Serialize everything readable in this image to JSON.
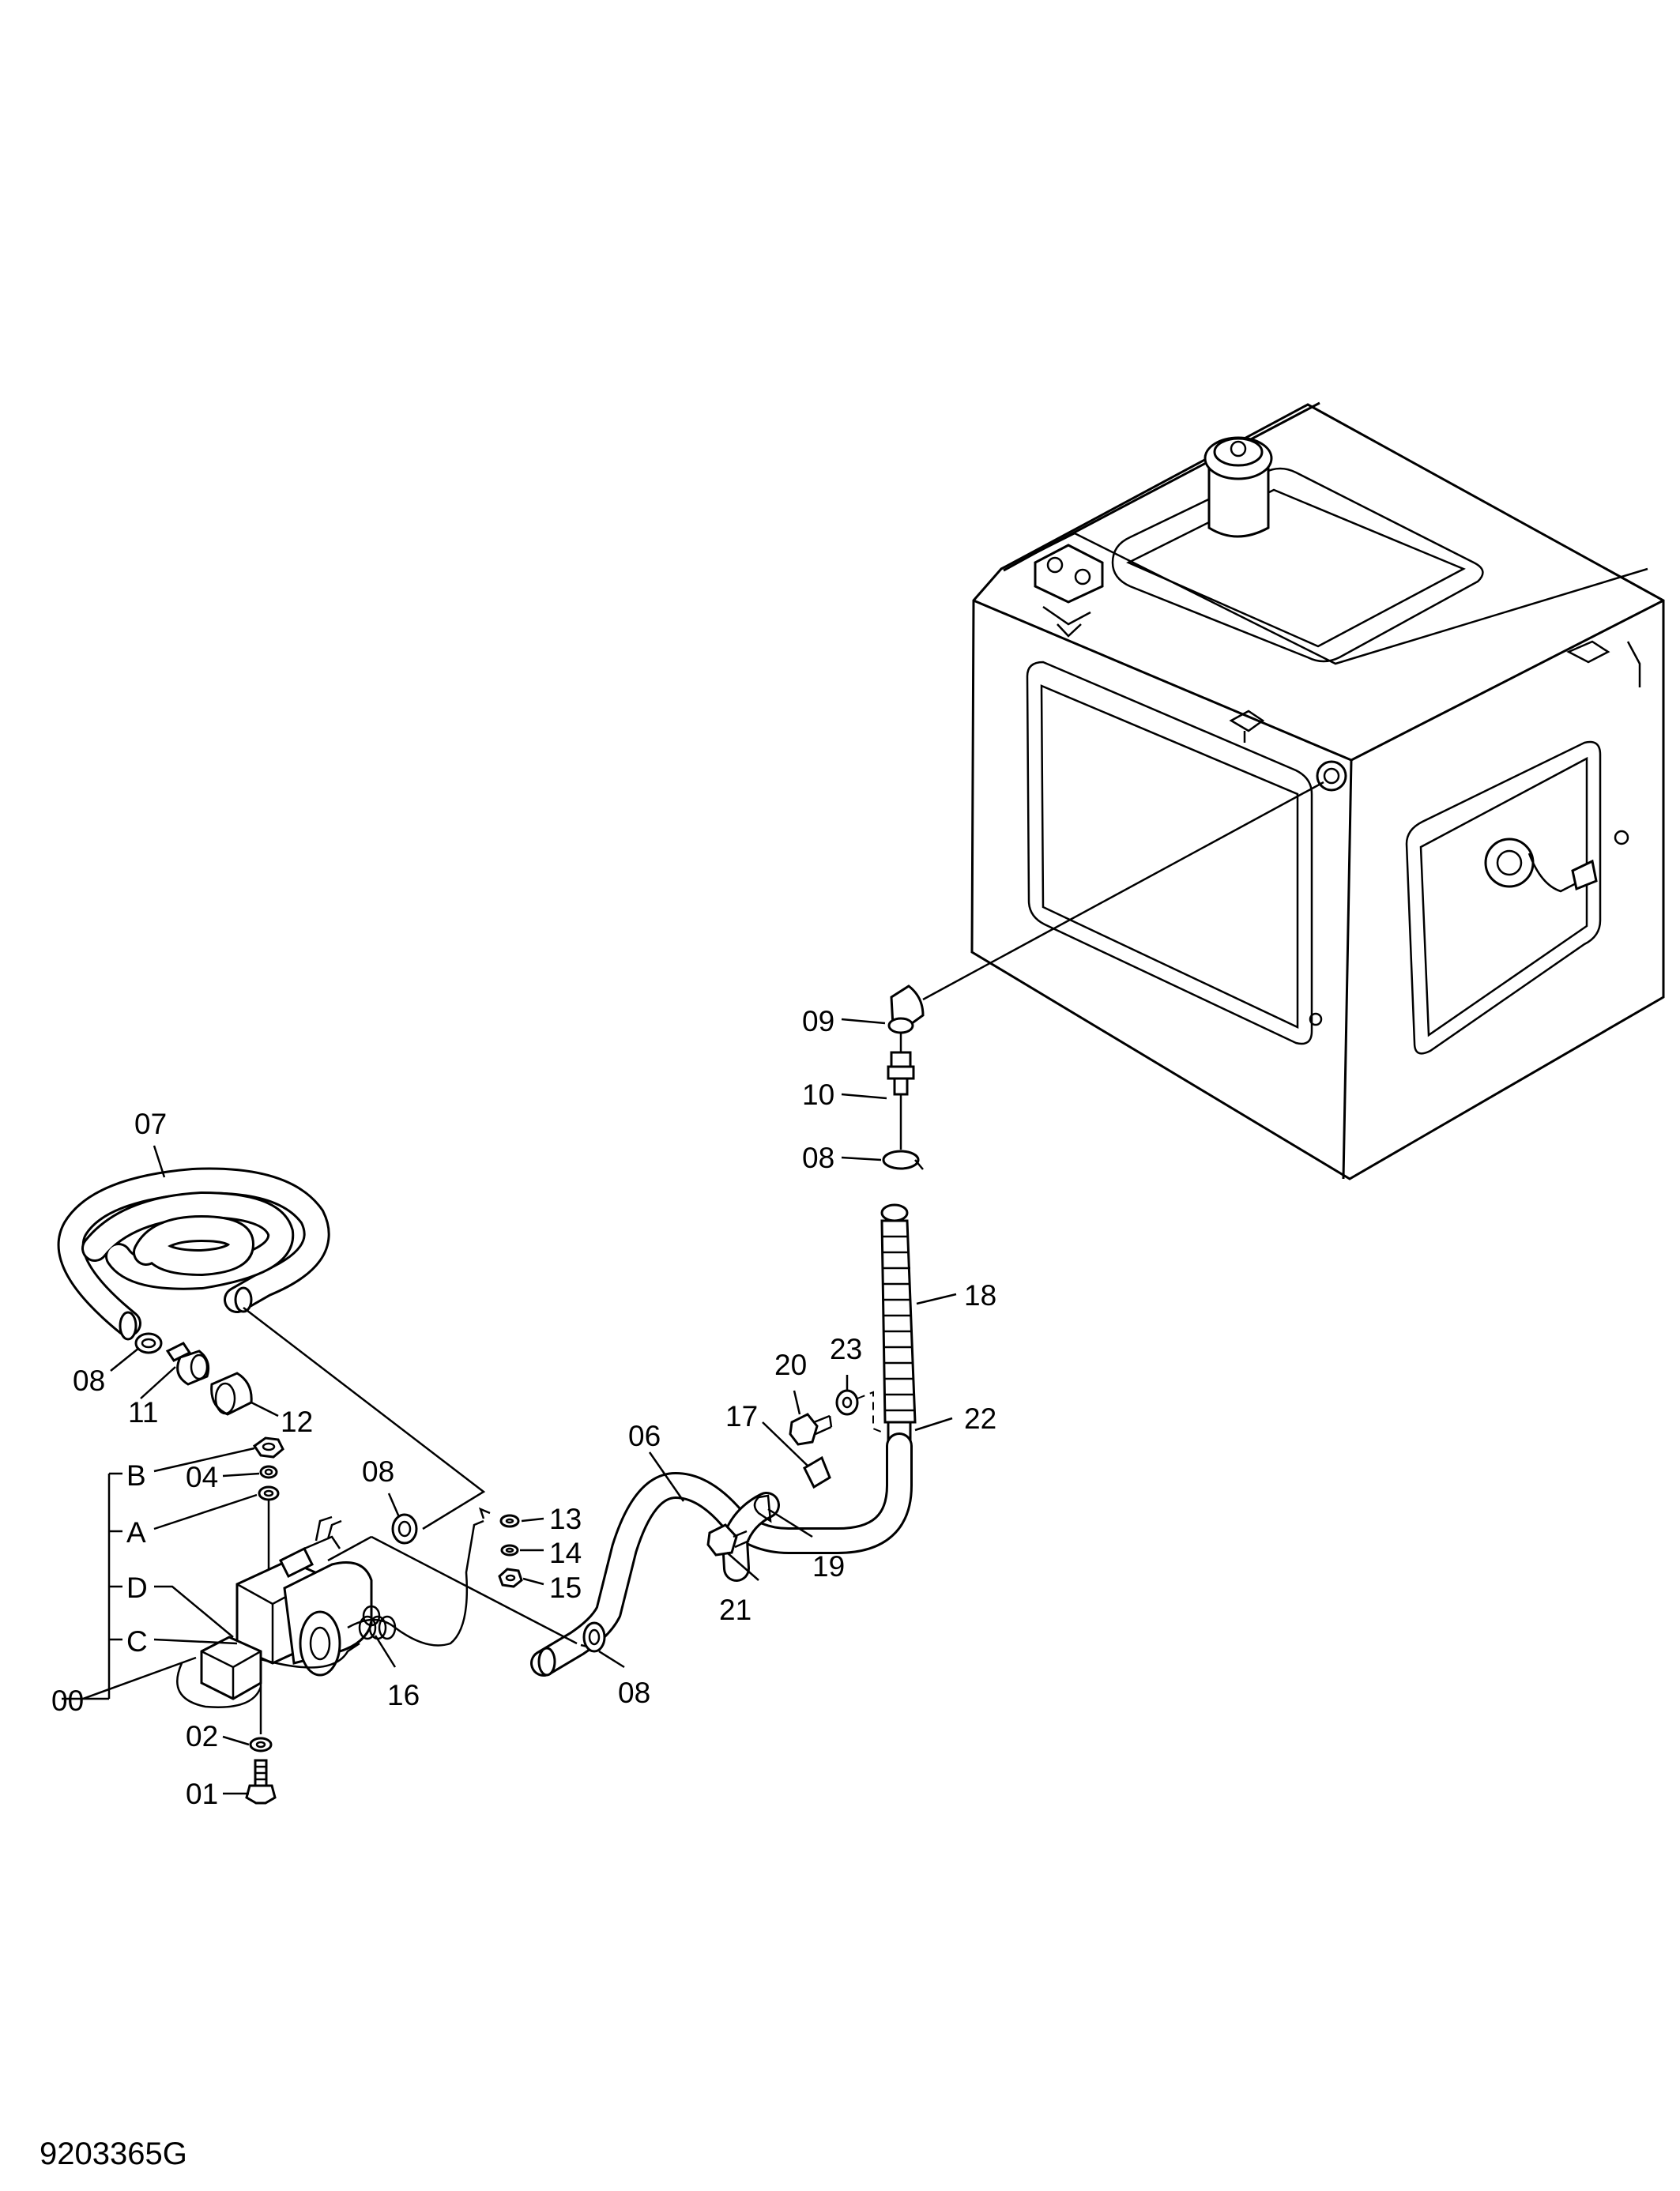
{
  "document_code": "9203365G",
  "callouts": {
    "c00": "00",
    "c01": "01",
    "c02": "02",
    "c04": "04",
    "c06": "06",
    "c07": "07",
    "c08a": "08",
    "c08b": "08",
    "c08c": "08",
    "c08d": "08",
    "c09": "09",
    "c10": "10",
    "c11": "11",
    "c12": "12",
    "c13": "13",
    "c14": "14",
    "c15": "15",
    "c16": "16",
    "c17": "17",
    "c18": "18",
    "c19": "19",
    "c20": "20",
    "c21": "21",
    "c22": "22",
    "c23": "23",
    "cA": "A",
    "cB": "B",
    "cC": "C",
    "cD": "D"
  }
}
